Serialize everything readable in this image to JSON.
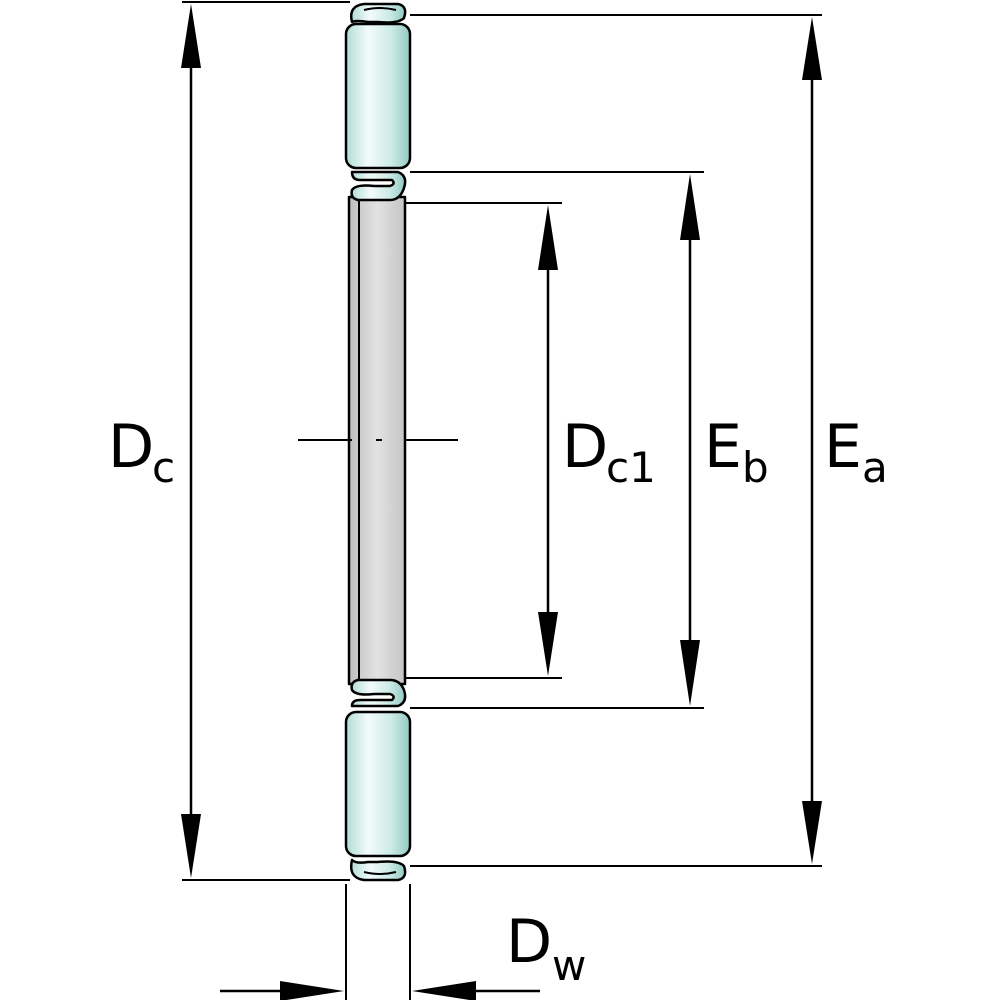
{
  "labels": {
    "dc": {
      "main": "D",
      "sub": "c"
    },
    "dc1": {
      "main": "D",
      "sub": "c1"
    },
    "eb": {
      "main": "E",
      "sub": "b"
    },
    "ea": {
      "main": "E",
      "sub": "a"
    },
    "dw": {
      "main": "D",
      "sub": "w"
    }
  },
  "colors": {
    "roller_light": "#eaf7f5",
    "roller_dark": "#9ccfc9",
    "cage_fill": "#d6d6d6",
    "line": "#000000"
  }
}
